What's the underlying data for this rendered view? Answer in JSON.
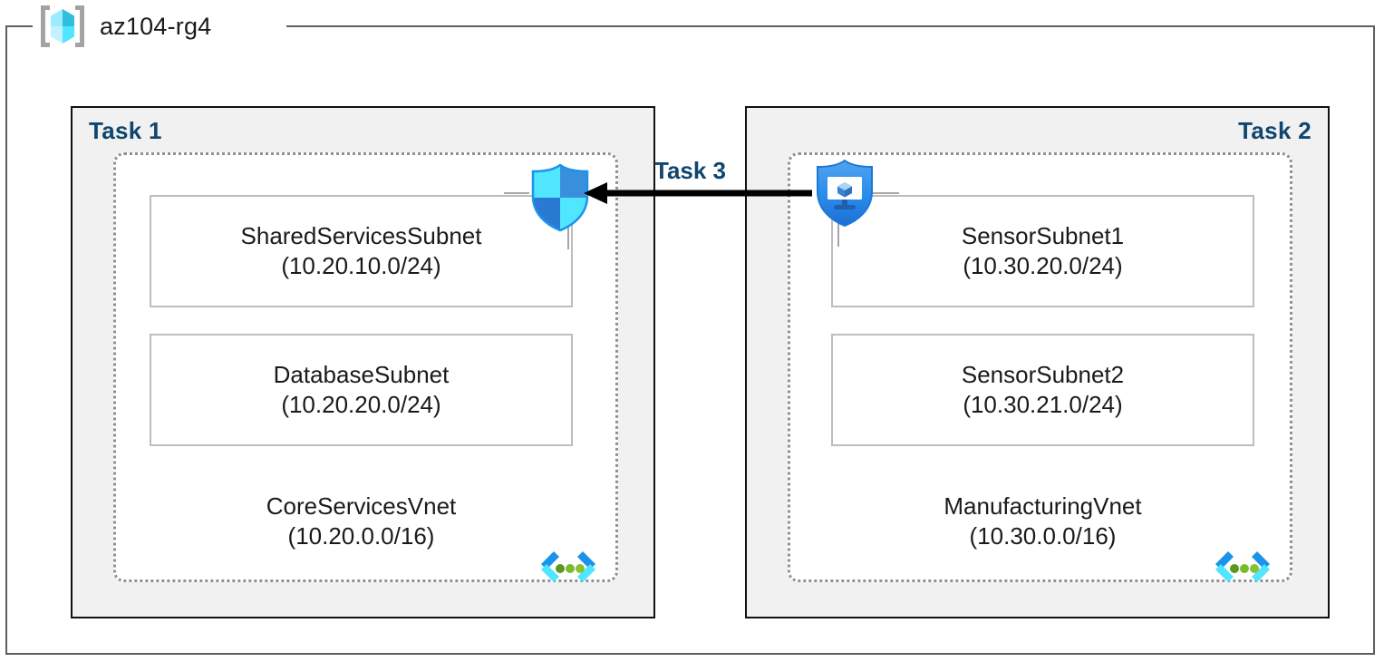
{
  "resource_group": {
    "name": "az104-rg4",
    "icon": "azure-resource-group-icon"
  },
  "tasks": {
    "task1_label": "Task 1",
    "task2_label": "Task 2",
    "task3_label": "Task 3"
  },
  "vnets": [
    {
      "id": "core-services",
      "name": "CoreServicesVnet",
      "cidr": "(10.20.0.0/16)",
      "icon": "virtual-network-icon",
      "subnets": [
        {
          "name": "SharedServicesSubnet",
          "cidr": "(10.20.10.0/24)"
        },
        {
          "name": "DatabaseSubnet",
          "cidr": "(10.20.20.0/24)"
        }
      ]
    },
    {
      "id": "manufacturing",
      "name": "ManufacturingVnet",
      "cidr": "(10.30.0.0/16)",
      "icon": "virtual-network-icon",
      "subnets": [
        {
          "name": "SensorSubnet1",
          "cidr": "(10.30.20.0/24)"
        },
        {
          "name": "SensorSubnet2",
          "cidr": "(10.30.21.0/24)"
        }
      ]
    }
  ],
  "icons": {
    "firewall": "network-security-shield-icon",
    "bastion": "azure-bastion-icon",
    "arrow": "peering-arrow-left-icon"
  },
  "colors": {
    "task_label": "#10456d",
    "task_box_fill": "#f1f1f1",
    "task_box_border": "#111111",
    "vnet_border": "#909090",
    "subnet_border": "#bdbdbd",
    "rg_border": "#5e5e5e",
    "cube_cyan": "#50e6ff",
    "shield_blue": "#1b93eb",
    "arrow_black": "#000000",
    "dot_green": "#5e9624"
  }
}
